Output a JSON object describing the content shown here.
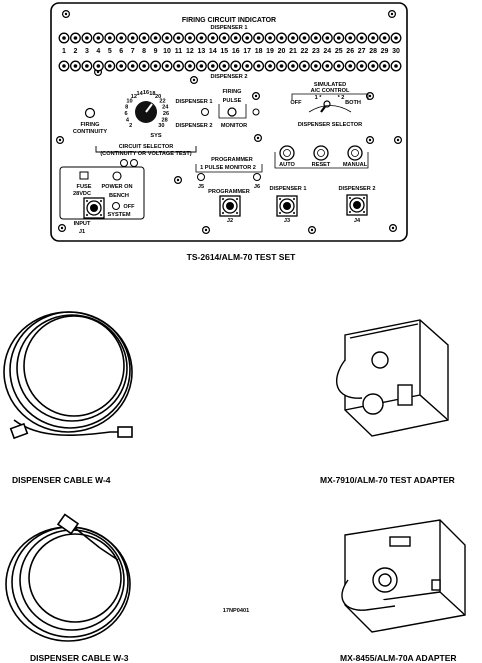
{
  "panel": {
    "title": "FIRING CIRCUIT INDICATOR",
    "dispenser1_label": "DISPENSER 1",
    "dispenser2_label": "DISPENSER 2",
    "numbers": [
      "1",
      "2",
      "3",
      "4",
      "5",
      "6",
      "7",
      "8",
      "9",
      "10",
      "11",
      "12",
      "13",
      "14",
      "15",
      "16",
      "17",
      "18",
      "19",
      "20",
      "21",
      "22",
      "23",
      "24",
      "25",
      "26",
      "27",
      "28",
      "29",
      "30"
    ],
    "firing_continuity": "FIRING\nCONTINUITY",
    "dial_numbers": [
      "2",
      "4",
      "6",
      "8",
      "10",
      "12",
      "14",
      "16",
      "18",
      "20",
      "22",
      "24",
      "26",
      "28",
      "30"
    ],
    "dial_sys": "SYS",
    "circuit_selector": "CIRCUIT SELECTOR",
    "circuit_selector_sub": "(CONTINUITY OR VOLTAGE TEST)",
    "disp1_small": "DISPENSER 1",
    "disp2_small": "DISPENSER 2",
    "firing": "FIRING",
    "pulse": "PULSE",
    "monitor": "MONITOR",
    "simulated": "SIMULATED",
    "ac_control": "A/C CONTROL",
    "off": "OFF",
    "one_star": "1 *",
    "two_star": "* 2",
    "both": "BOTH",
    "dispenser_selector": "DISPENSER SELECTOR",
    "auto": "AUTO",
    "reset": "RESET",
    "manual": "MANUAL",
    "programmer_top": "PROGRAMMER",
    "pulse_monitor": "1 PULSE MONITOR 2",
    "j5": "J5",
    "j6": "J6",
    "programmer": "PROGRAMMER",
    "j2": "J2",
    "j3": "J3",
    "j4": "J4",
    "conn_disp1": "DISPENSER 1",
    "conn_disp2": "DISPENSER 2",
    "fuse": "FUSE",
    "power_on": "POWER ON",
    "vdc": "28VDC",
    "bench": "BENCH",
    "off2": "OFF",
    "input": "INPUT",
    "system": "SYSTEM",
    "j1": "J1"
  },
  "captions": {
    "test_set": "TS-2614/ALM-70 TEST SET",
    "cable_w4": "DISPENSER CABLE W-4",
    "adapter_7910": "MX-7910/ALM-70 TEST ADAPTER",
    "figure_id": "17NP0401",
    "cable_w3": "DISPENSER CABLE W-3",
    "adapter_8455": "MX-8455/ALM-70A ADAPTER"
  }
}
